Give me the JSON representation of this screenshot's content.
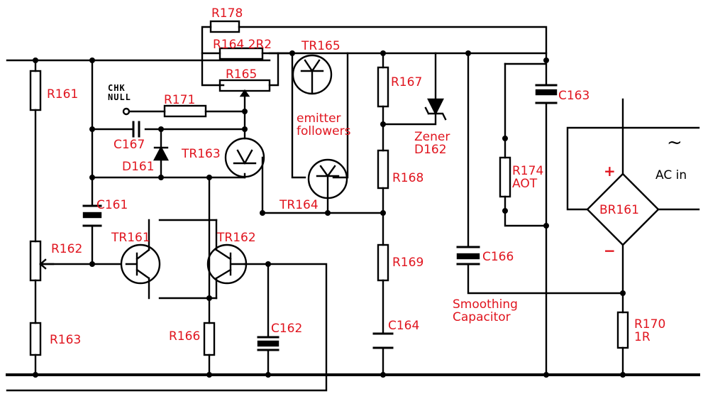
{
  "labels": {
    "r178": "R178",
    "r164": "R164 2R2",
    "r165": "R165",
    "tr165": "TR165",
    "r161": "R161",
    "chk_null": "CHK\nNULL",
    "r171": "R171",
    "r167": "R167",
    "c163": "C163",
    "emitter_followers": "emitter\nfollowers",
    "zener": "Zener\nD162",
    "c167": "C167",
    "d161": "D161",
    "tr163": "TR163",
    "r168": "R168",
    "r174": "R174\nAOT",
    "ac_in": "AC in",
    "tr164": "TR164",
    "c161": "C161",
    "br161": "BR161",
    "tr161": "TR161",
    "tr162": "TR162",
    "r162": "R162",
    "r169": "R169",
    "c166": "C166",
    "smoothing": "Smoothing\nCapacitor",
    "r170": "R170\n1R",
    "c164": "C164",
    "c162": "C162",
    "r163": "R163",
    "r166": "R166",
    "plus": "+",
    "minus": "−",
    "ac_symbol": "~"
  }
}
